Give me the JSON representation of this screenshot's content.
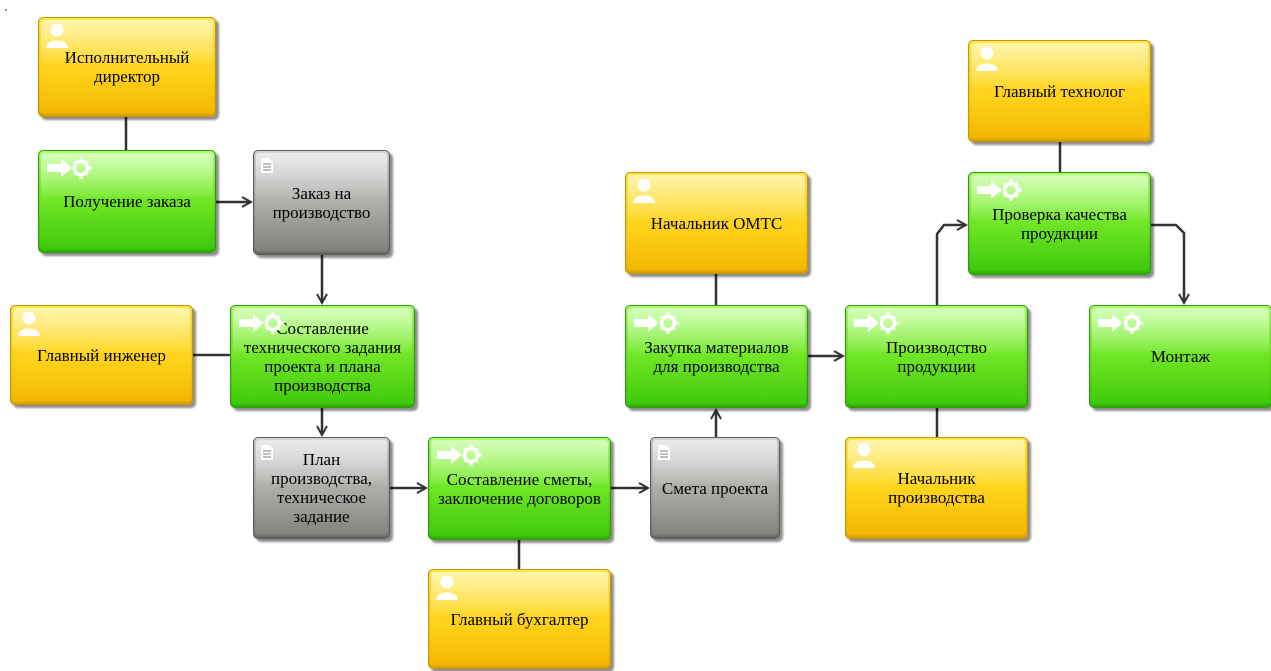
{
  "diagram": {
    "nodes": [
      {
        "id": "n1",
        "type": "role",
        "text": "Исполнительный директор",
        "icon": "person-icon"
      },
      {
        "id": "n2",
        "type": "func",
        "text": "Получение заказа",
        "icon": "process-arrow-gear-icon"
      },
      {
        "id": "n3",
        "type": "doc",
        "text": "Заказ на производство",
        "icon": "document-icon"
      },
      {
        "id": "n4",
        "type": "role",
        "text": "Главный инженер",
        "icon": "person-icon"
      },
      {
        "id": "n5",
        "type": "func",
        "text": "Составление технического задания проекта и плана производства",
        "icon": "process-arrow-gear-icon"
      },
      {
        "id": "n6",
        "type": "doc",
        "text": "План производства, техническое задание",
        "icon": "document-icon"
      },
      {
        "id": "n7",
        "type": "func",
        "text": "Составление сметы, заключение договоров",
        "icon": "process-arrow-gear-icon"
      },
      {
        "id": "n8",
        "type": "role",
        "text": "Главный бухгалтер",
        "icon": "person-icon"
      },
      {
        "id": "n9",
        "type": "doc",
        "text": "Смета проекта",
        "icon": "document-icon"
      },
      {
        "id": "n10",
        "type": "role",
        "text": "Начальник ОМТС",
        "icon": "person-icon"
      },
      {
        "id": "n11",
        "type": "func",
        "text": "Закупка материалов для производства",
        "icon": "process-arrow-gear-icon"
      },
      {
        "id": "n12",
        "type": "func",
        "text": "Производство продукции",
        "icon": "process-arrow-gear-icon"
      },
      {
        "id": "n13",
        "type": "role",
        "text": "Начальник производства",
        "icon": "person-icon"
      },
      {
        "id": "n14",
        "type": "role",
        "text": "Главный технолог",
        "icon": "person-icon"
      },
      {
        "id": "n15",
        "type": "func",
        "text": "Проверка качества проудкции",
        "icon": "process-arrow-gear-icon"
      },
      {
        "id": "n16",
        "type": "func",
        "text": "Монтаж",
        "icon": "process-arrow-gear-icon"
      }
    ],
    "edges": [
      {
        "from": "n1",
        "to": "n2",
        "kind": "association"
      },
      {
        "from": "n2",
        "to": "n3",
        "kind": "flow"
      },
      {
        "from": "n3",
        "to": "n5",
        "kind": "flow"
      },
      {
        "from": "n4",
        "to": "n5",
        "kind": "association"
      },
      {
        "from": "n5",
        "to": "n6",
        "kind": "flow"
      },
      {
        "from": "n6",
        "to": "n7",
        "kind": "flow"
      },
      {
        "from": "n7",
        "to": "n8",
        "kind": "association"
      },
      {
        "from": "n7",
        "to": "n9",
        "kind": "flow"
      },
      {
        "from": "n9",
        "to": "n11",
        "kind": "flow"
      },
      {
        "from": "n10",
        "to": "n11",
        "kind": "association"
      },
      {
        "from": "n11",
        "to": "n12",
        "kind": "flow"
      },
      {
        "from": "n12",
        "to": "n13",
        "kind": "association"
      },
      {
        "from": "n12",
        "to": "n15",
        "kind": "flow"
      },
      {
        "from": "n14",
        "to": "n15",
        "kind": "association"
      },
      {
        "from": "n15",
        "to": "n16",
        "kind": "flow"
      }
    ],
    "colors": {
      "role": "#ffd21a",
      "function": "#6fe625",
      "document": "#a8aaa6",
      "connector": "#333333"
    }
  }
}
